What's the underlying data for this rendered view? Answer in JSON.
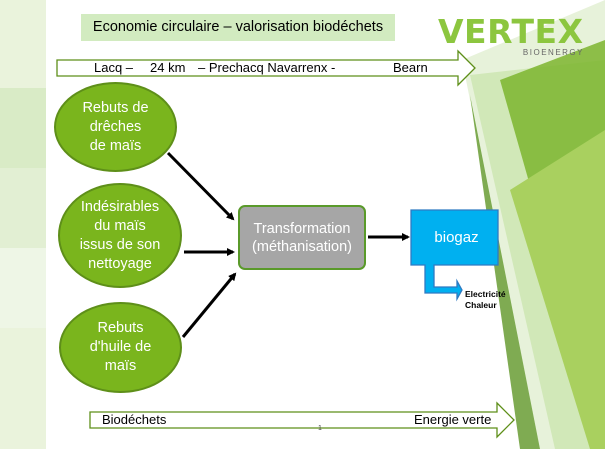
{
  "title": "Economie circulaire – valorisation biodéchets",
  "logo": {
    "name": "VERTEX",
    "tagline": "BIOENERGY"
  },
  "route": {
    "start": "Lacq –",
    "distance": "24 km",
    "stops": "– Prechacq Navarrenx -",
    "end": "Bearn"
  },
  "inputs": [
    {
      "label": "Rebuts de\ndrêches\nde maïs"
    },
    {
      "label": "Indésirables\ndu maïs\nissus de son\nnettoyage"
    },
    {
      "label": "Rebuts\nd'huile de\nmaïs"
    }
  ],
  "process": "Transformation\n(méthanisation)",
  "output": "biogaz",
  "uses": [
    "Electricité",
    "Chaleur"
  ],
  "bottom": {
    "left": "Biodéchets",
    "right": "Energie verte"
  },
  "page_number": "1",
  "colors": {
    "oval": "#7ab51d",
    "process": "#a6a6a6",
    "biogaz": "#00b0f0",
    "title_bg": "#d2ebc0",
    "logo": "#8cc63f"
  }
}
